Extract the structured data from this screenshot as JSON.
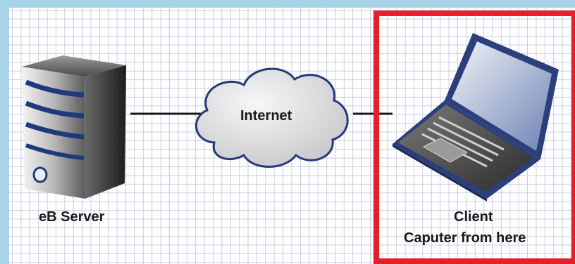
{
  "nodes": {
    "server": {
      "label": "eB Server",
      "icon": "server-tower-icon"
    },
    "internet": {
      "label": "Internet",
      "icon": "cloud-icon"
    },
    "client": {
      "label_line1": "Client",
      "label_line2": "Caputer from here",
      "icon": "laptop-icon"
    }
  },
  "colors": {
    "background": "#a9d3e6",
    "grid": "#c9cbe6",
    "highlight": "#e6202a",
    "connector": "#1a1a1a",
    "cloud_fill": "#e4e4e6",
    "server_stripes": "#1f3a7a",
    "laptop_body": "#2d3f7a"
  }
}
